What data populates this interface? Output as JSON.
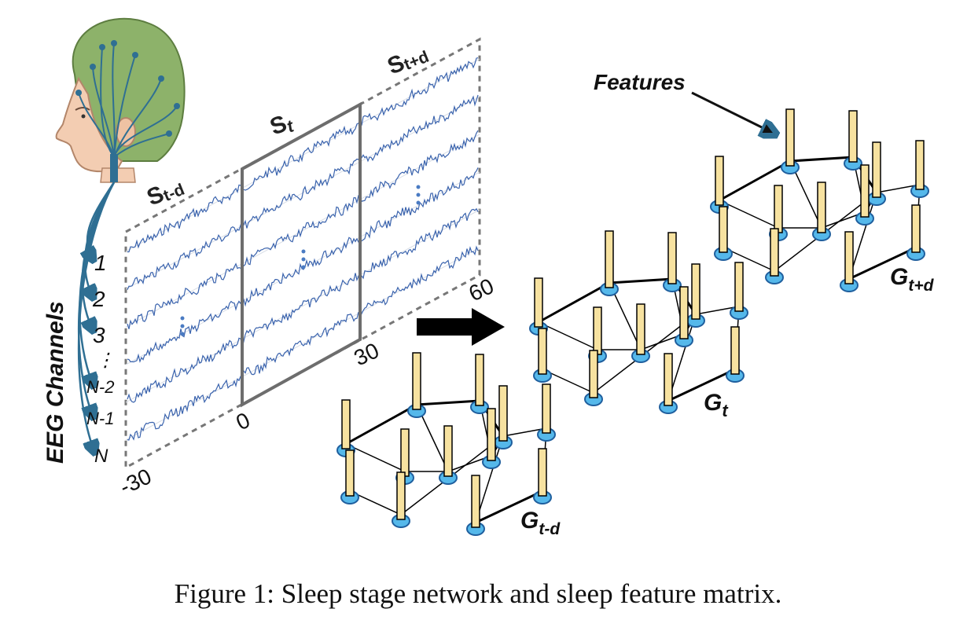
{
  "figure": {
    "eeg_axis_label": "EEG Channels",
    "channel_labels": [
      "1",
      "2",
      "3",
      "⋮",
      "N-2",
      "N-1",
      "N"
    ],
    "segments": [
      {
        "base": "S",
        "sub": "t-d"
      },
      {
        "base": "S",
        "sub": "t"
      },
      {
        "base": "S",
        "sub": "t+d"
      }
    ],
    "time_ticks": [
      "-30",
      "0",
      "30",
      "60"
    ],
    "features_label": "Features",
    "graphs": [
      {
        "base": "G",
        "sub": "t-d"
      },
      {
        "base": "G",
        "sub": "t"
      },
      {
        "base": "G",
        "sub": "t+d"
      }
    ],
    "colors": {
      "eeg_wave": "#3a63ad",
      "node_fill": "#55b8ea",
      "node_stroke": "#1f5f9e",
      "feature_bar": "#f7e2a0",
      "hair": "#8db26a",
      "skin": "#f3cdb2",
      "electrode_wire": "#2f6f93"
    }
  },
  "caption": "Figure 1: Sleep stage network and sleep feature matrix."
}
